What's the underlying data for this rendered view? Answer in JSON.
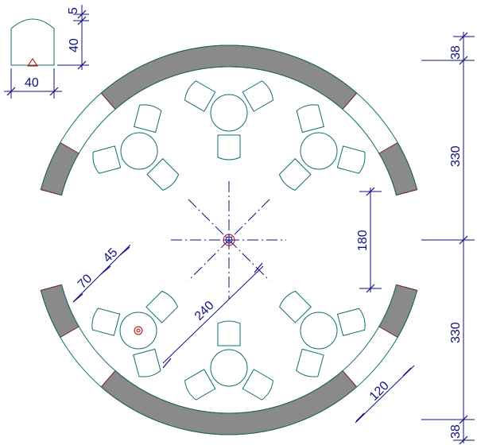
{
  "dimensions": {
    "label_5": "5",
    "label_40_height": "40",
    "label_40_width": "40",
    "label_38_top": "38",
    "label_330_top": "330",
    "label_330_bottom": "330",
    "label_38_bottom": "38",
    "label_180": "180",
    "label_240": "240",
    "label_70": "70",
    "label_45": "45",
    "label_120": "120"
  },
  "colors": {
    "wall": "#8a8a8a",
    "outline": "#0e6f72",
    "dimension": "#101080",
    "marker": "#c00000"
  }
}
